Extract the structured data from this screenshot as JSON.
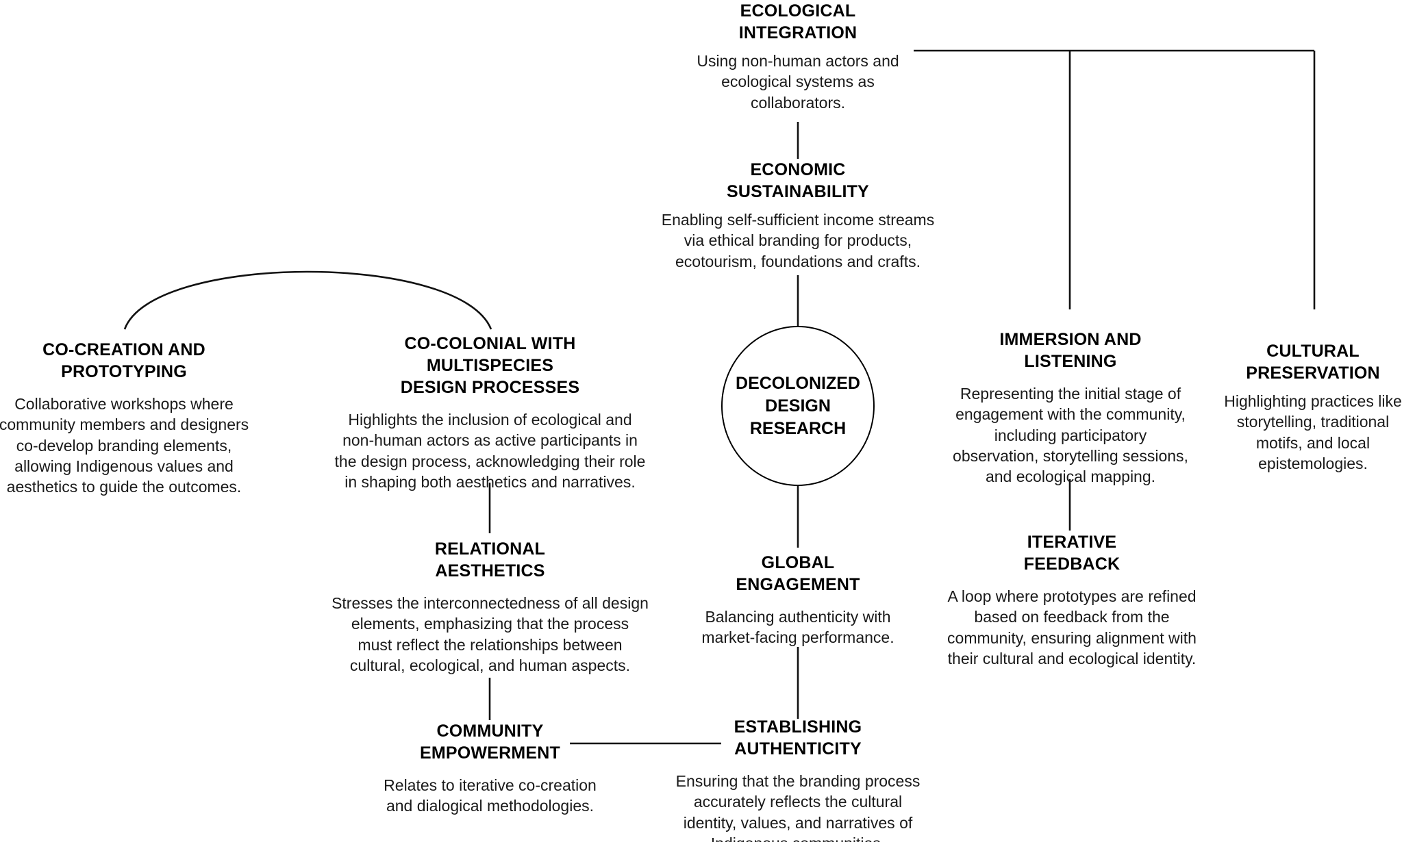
{
  "diagram": {
    "center": {
      "label": "DECOLONIZED\nDESIGN\nRESEARCH",
      "shape": "circle"
    },
    "nodes": [
      {
        "id": "ecological-integration",
        "title": "ECOLOGICAL\nINTEGRATION",
        "description": "Using non-human actors and\necological systems as\ncollaborators."
      },
      {
        "id": "economic-sustainability",
        "title": "ECONOMIC\nSUSTAINABILITY",
        "description": "Enabling self-sufficient income streams\nvia ethical branding for products,\necotourism, foundations and crafts."
      },
      {
        "id": "co-creation-and-prototyping",
        "title": "CO-CREATION AND\nPROTOTYPING",
        "description": "Collaborative workshops where\ncommunity members and designers\nco-develop branding elements,\nallowing Indigenous values and\naesthetics to guide the outcomes."
      },
      {
        "id": "co-colonial-with-multispecies-design-processes",
        "title": "CO-COLONIAL WITH\nMULTISPECIES\nDESIGN PROCESSES",
        "description": "Highlights the inclusion of ecological and\nnon-human actors as active participants in\nthe design process, acknowledging their role\nin shaping both aesthetics and narratives."
      },
      {
        "id": "immersion-and-listening",
        "title": "IMMERSION AND\nLISTENING",
        "description": "Representing the initial stage of\nengagement with the community,\nincluding participatory\nobservation, storytelling sessions,\nand ecological mapping."
      },
      {
        "id": "cultural-preservation",
        "title": "CULTURAL\nPRESERVATION",
        "description": "Highlighting practices like\nstorytelling, traditional\nmotifs, and local\nepistemologies."
      },
      {
        "id": "relational-aesthetics",
        "title": "RELATIONAL\nAESTHETICS",
        "description": "Stresses the interconnectedness of all design\nelements, emphasizing that the process\nmust reflect the relationships between\ncultural, ecological, and human aspects."
      },
      {
        "id": "global-engagement",
        "title": "GLOBAL\nENGAGEMENT",
        "description": "Balancing authenticity with\nmarket-facing performance."
      },
      {
        "id": "iterative-feedback",
        "title": "ITERATIVE\nFEEDBACK",
        "description": "A loop where prototypes are refined\nbased on feedback from the\ncommunity, ensuring alignment with\ntheir cultural and ecological identity."
      },
      {
        "id": "community-empowerment",
        "title": "COMMUNITY\nEMPOWERMENT",
        "description": "Relates to iterative co-creation\nand dialogical methodologies."
      },
      {
        "id": "establishing-authenticity",
        "title": "ESTABLISHING\nAUTHENTICITY",
        "description": "Ensuring that the branding process\naccurately reflects the cultural\nidentity, values, and narratives of\nIndigenous communities."
      }
    ],
    "style": {
      "line_color": "#111111",
      "background": "#ffffff",
      "text_color": "#111111"
    }
  }
}
